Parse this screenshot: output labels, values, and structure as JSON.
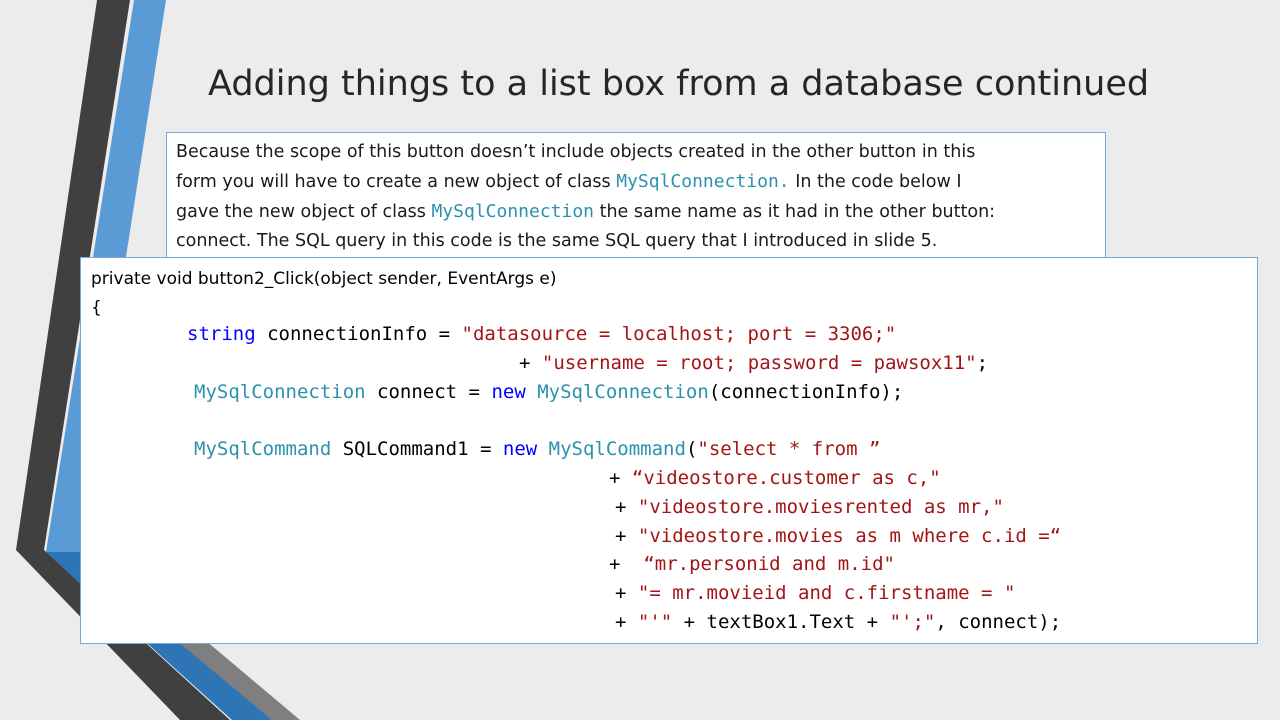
{
  "slide": {
    "title": "Adding things to a list box from a database continued",
    "colors": {
      "accent_blue": "#5b9bd5",
      "dark_stripe": "#404040",
      "string": "#a31515",
      "keyword": "#0000ff",
      "type": "#2b91af"
    }
  },
  "description": {
    "l1": "Because the scope of this button doesn’t include objects created in the other button in this",
    "l2a": "form you will have to create a new object of class ",
    "l2b": "MySqlConnection.",
    "l2c": "  In the code below I",
    "l3a": "gave the new object of class  ",
    "l3b": "MySqlConnection",
    "l3c": " the same name as it had in the other button:",
    "l4": "connect. The SQL query in this code is the same SQL query that I introduced in slide 5."
  },
  "code": {
    "l1": "private void button2_Click(object sender, EventArgs e)",
    "l2": "{",
    "l3a": "string",
    "l3b": " connectionInfo = ",
    "l3c": "\"datasource = localhost; port = 3306;\"",
    "l4a": "+ ",
    "l4b": "\"username = root; password = pawsox11\"",
    "l4c": ";",
    "l5a": "MySqlConnection",
    "l5b": " connect = ",
    "l5c": "new",
    "l5d": " ",
    "l5e": "MySqlConnection",
    "l5f": "(connectionInfo);",
    "l6a": "MySqlCommand",
    "l6b": " SQLCommand1 = ",
    "l6c": "new",
    "l6d": " ",
    "l6e": "MySqlCommand",
    "l6f": "(",
    "l6g": "\"select * from ”",
    "l7a": "+ ",
    "l7b": "“videostore.customer as c,\"",
    "l8a": "+ ",
    "l8b": "\"videostore.moviesrented as mr,\"",
    "l9a": "+ ",
    "l9b": "\"videostore.movies as m where c.id =“",
    "l10a": "+  ",
    "l10b": "“mr.personid and m.id\"",
    "l11a": "+ ",
    "l11b": "\"= mr.movieid and c.firstname = \"",
    "l12a": "+ ",
    "l12b": "\"'\"",
    "l12c": " + textBox1.Text + ",
    "l12d": "\"';\"",
    "l12e": ", connect);"
  }
}
